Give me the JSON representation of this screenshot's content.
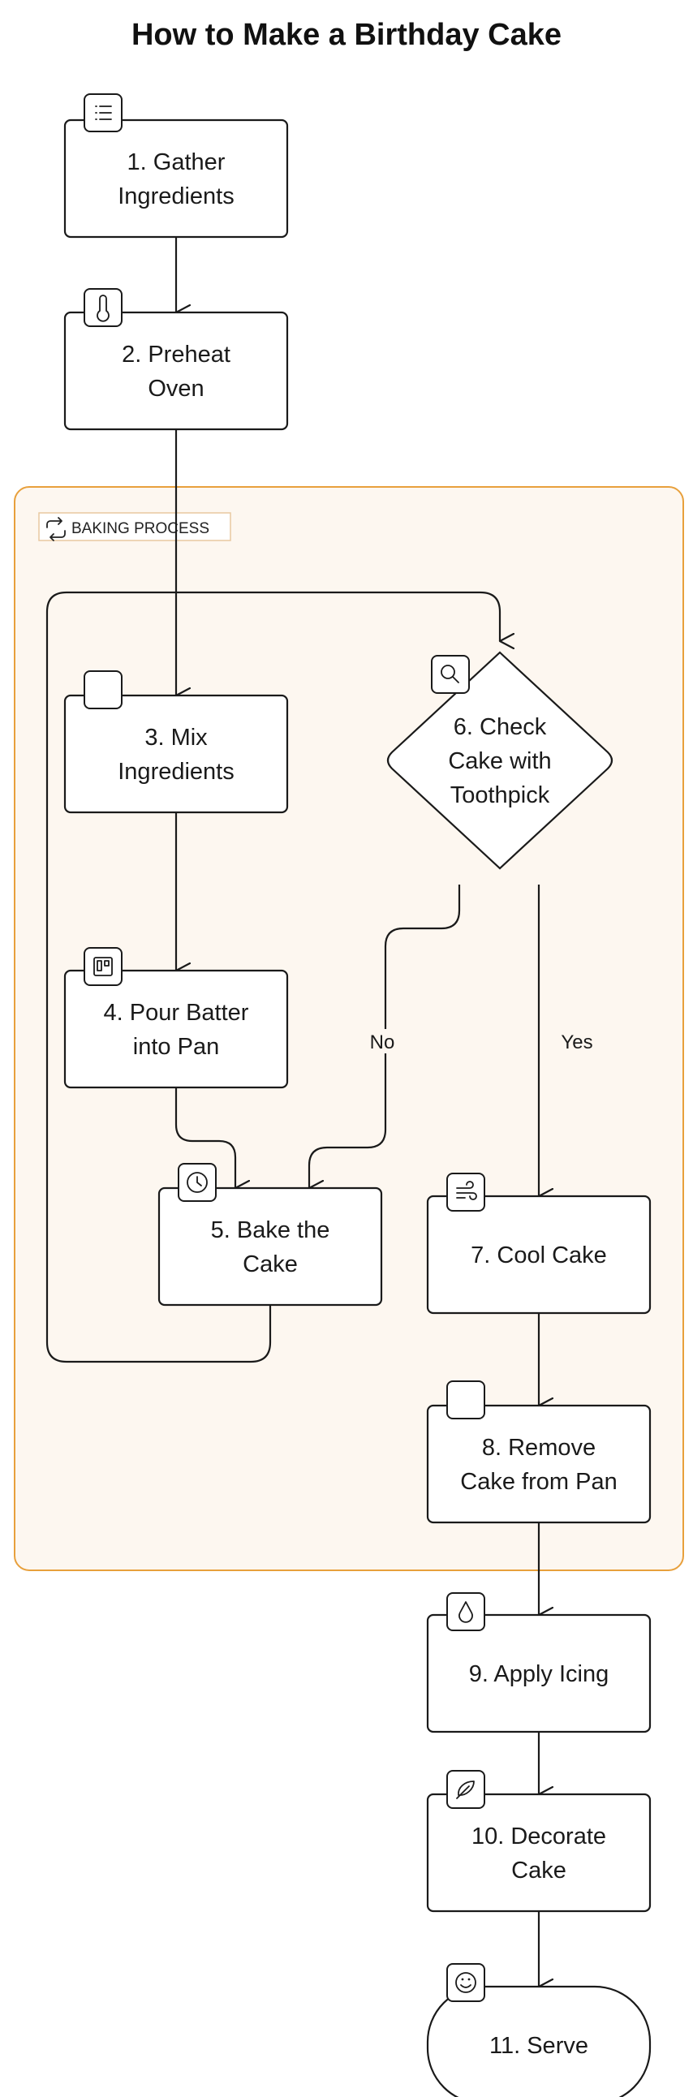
{
  "title": "How to Make a Birthday Cake",
  "group": {
    "label": "BAKING PROCESS",
    "icon": "repeat-icon"
  },
  "nodes": [
    {
      "id": "n1",
      "lines": [
        "1. Gather",
        "Ingredients"
      ],
      "icon": "list-icon",
      "shape": "rect"
    },
    {
      "id": "n2",
      "lines": [
        "2. Preheat",
        "Oven"
      ],
      "icon": "thermometer-icon",
      "shape": "rect"
    },
    {
      "id": "n3",
      "lines": [
        "3. Mix",
        "Ingredients"
      ],
      "icon": "blank-icon",
      "shape": "rect"
    },
    {
      "id": "n4",
      "lines": [
        "4. Pour Batter",
        "into Pan"
      ],
      "icon": "pan-icon",
      "shape": "rect"
    },
    {
      "id": "n5",
      "lines": [
        "5. Bake the",
        "Cake"
      ],
      "icon": "clock-icon",
      "shape": "rect"
    },
    {
      "id": "n6",
      "lines": [
        "6. Check",
        "Cake with",
        "Toothpick"
      ],
      "icon": "search-icon",
      "shape": "diamond"
    },
    {
      "id": "n7",
      "lines": [
        "7. Cool Cake"
      ],
      "icon": "wind-icon",
      "shape": "rect"
    },
    {
      "id": "n8",
      "lines": [
        "8. Remove",
        "Cake from Pan"
      ],
      "icon": "blank-icon",
      "shape": "rect"
    },
    {
      "id": "n9",
      "lines": [
        "9. Apply Icing"
      ],
      "icon": "droplet-icon",
      "shape": "rect"
    },
    {
      "id": "n10",
      "lines": [
        "10. Decorate",
        "Cake"
      ],
      "icon": "feather-icon",
      "shape": "rect"
    },
    {
      "id": "n11",
      "lines": [
        "11. Serve"
      ],
      "icon": "smile-icon",
      "shape": "stadium"
    }
  ],
  "edges": [
    {
      "from": "n1",
      "to": "n2",
      "label": ""
    },
    {
      "from": "n2",
      "to": "n3",
      "label": ""
    },
    {
      "from": "n3",
      "to": "n4",
      "label": ""
    },
    {
      "from": "n4",
      "to": "n5",
      "label": ""
    },
    {
      "from": "n5",
      "to": "n6",
      "label": ""
    },
    {
      "from": "n6",
      "to": "n5",
      "label": "No"
    },
    {
      "from": "n6",
      "to": "n7",
      "label": "Yes"
    },
    {
      "from": "n7",
      "to": "n8",
      "label": ""
    },
    {
      "from": "n8",
      "to": "n9",
      "label": ""
    },
    {
      "from": "n9",
      "to": "n10",
      "label": ""
    },
    {
      "from": "n10",
      "to": "n11",
      "label": ""
    }
  ],
  "colors": {
    "group_border": "#e8a03c",
    "group_fill": "#fdf7f0",
    "stroke": "#1a1a1a",
    "node_fill": "#ffffff"
  }
}
